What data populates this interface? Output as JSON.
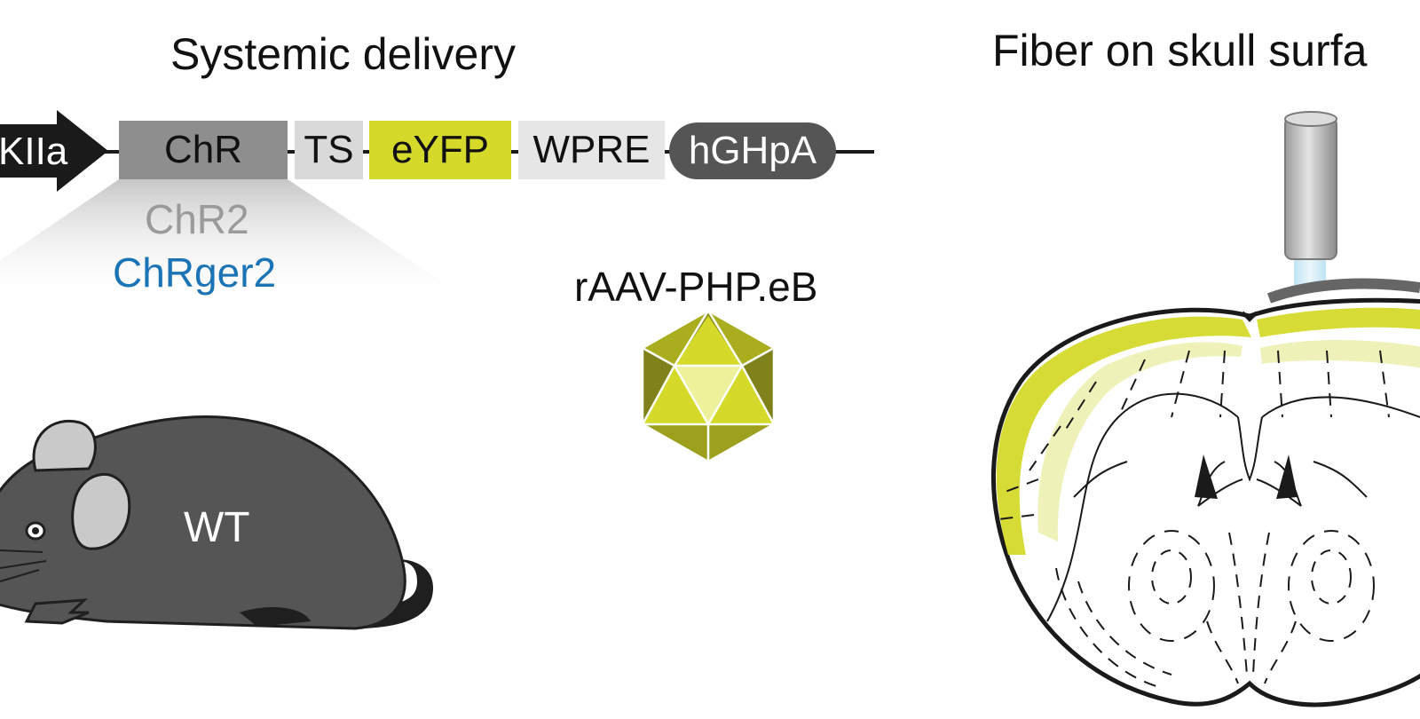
{
  "titles": {
    "systemic": "Systemic delivery",
    "fiber": "Fiber on skull surfa"
  },
  "construct": {
    "promoter": "KIIa",
    "opsin": "ChR",
    "ts": "TS",
    "reporter": "eYFP",
    "wpre": "WPRE",
    "polya": "hGHpA"
  },
  "variants": {
    "chr2": "ChR2",
    "chrger2": "ChRger2"
  },
  "vector": {
    "name": "rAAV-PHP.eB"
  },
  "mouse": {
    "label": "WT"
  },
  "colors": {
    "opsin_box": "#8e8e8e",
    "reporter_box": "#d4d92a",
    "chrger2_text": "#1b74b5",
    "expression": "#d4d92a",
    "mouse_body": "#555555"
  }
}
